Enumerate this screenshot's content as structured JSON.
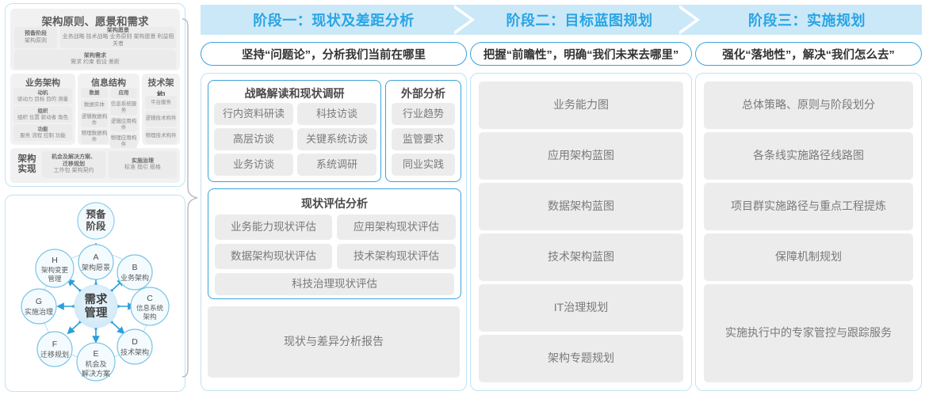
{
  "left_panel": {
    "title": "架构原则、愿景和需求",
    "prep": {
      "line1": "预备阶段",
      "line2": "架构原则"
    },
    "vision": {
      "title": "架构愿景",
      "items": "业务战略 技术战略 业务原则 架构愿景 利益相关者"
    },
    "requirements": {
      "title": "架构需求",
      "items": "需求  约束  假设  差距"
    },
    "pillars": [
      {
        "title": "业务架构",
        "blocks": [
          {
            "title": "动机",
            "items": "驱动力 目标 目的 测量"
          },
          {
            "title": "组织",
            "items": "组织 位置 驱动者 角色"
          },
          {
            "title": "功能",
            "items": "服务 流程 控制 功能"
          }
        ]
      },
      {
        "title": "信息结构",
        "columns": [
          {
            "title": "数据",
            "items": [
              "数据实体",
              "逻辑数据构件",
              "物理数据构件"
            ]
          },
          {
            "title": "应用",
            "items": [
              "信息系统服务",
              "逻辑应用构件",
              "物理应用构件"
            ]
          }
        ]
      },
      {
        "title": "技术架构",
        "items": [
          "平台服务",
          "逻辑技术构件",
          "物理技术构件"
        ]
      }
    ],
    "realization": {
      "label_line1": "架构",
      "label_line2": "实现",
      "blocks": [
        {
          "title_line1": "机会及解决方案、",
          "title_line2": "迁移规划",
          "items": "工作包  架构契约"
        },
        {
          "title_line1": "实施治理",
          "title_line2": "",
          "items": "标准  指引  规格"
        }
      ]
    }
  },
  "adm_cycle": {
    "prep": {
      "line1": "预备",
      "line2": "阶段"
    },
    "center": {
      "line1": "需求",
      "line2": "管理"
    },
    "nodes": [
      {
        "letter": "A",
        "label_line1": "架构愿景",
        "label_line2": ""
      },
      {
        "letter": "B",
        "label_line1": "业务架构",
        "label_line2": ""
      },
      {
        "letter": "C",
        "label_line1": "信息系统",
        "label_line2": "架构"
      },
      {
        "letter": "D",
        "label_line1": "技术架构",
        "label_line2": ""
      },
      {
        "letter": "E",
        "label_line1": "机会及",
        "label_line2": "解决方案"
      },
      {
        "letter": "F",
        "label_line1": "迁移规划",
        "label_line2": ""
      },
      {
        "letter": "G",
        "label_line1": "实施治理",
        "label_line2": ""
      },
      {
        "letter": "H",
        "label_line1": "架构变更",
        "label_line2": "管理"
      }
    ]
  },
  "phases": [
    {
      "banner": "阶段一：现状及差距分析",
      "subtitle": "坚持“问题论”，分析我们当前在哪里"
    },
    {
      "banner": "阶段二：目标蓝图规划",
      "subtitle": "把握“前瞻性”，明确“我们未来去哪里”"
    },
    {
      "banner": "阶段三：实施规划",
      "subtitle": "强化“落地性”，解决“我们怎么去”"
    }
  ],
  "phase1": {
    "research": {
      "title": "战略解读和现状调研",
      "items": [
        "行内资料研读",
        "科技访谈",
        "高层访谈",
        "关键系统访谈",
        "业务访谈",
        "系统调研"
      ]
    },
    "external": {
      "title": "外部分析",
      "items": [
        "行业趋势",
        "监管要求",
        "同业实践"
      ]
    },
    "assessment": {
      "title": "现状评估分析",
      "items": [
        "业务能力现状评估",
        "应用架构现状评估",
        "数据架构现状评估",
        "技术架构现状评估"
      ],
      "wide_item": "科技治理现状评估"
    },
    "report": "现状与差异分析报告"
  },
  "phase2": {
    "items": [
      "业务能力图",
      "应用架构蓝图",
      "数据架构蓝图",
      "技术架构蓝图",
      "IT治理规划",
      "架构专题规划"
    ]
  },
  "phase3": {
    "items": [
      "总体策略、原则与阶段划分",
      "各条线实施路径线路图",
      "项目群实施路径与重点工程提炼",
      "保障机制规划",
      "实施执行中的专家管控与跟踪服务"
    ]
  },
  "colors": {
    "banner_bg": "#cbe8f8",
    "banner_text": "#29a5e3",
    "accent_border": "#3aa3dd",
    "panel_border": "#bfe3f5",
    "chip_bg": "#ececec",
    "chip_text": "#7a7a7a"
  }
}
